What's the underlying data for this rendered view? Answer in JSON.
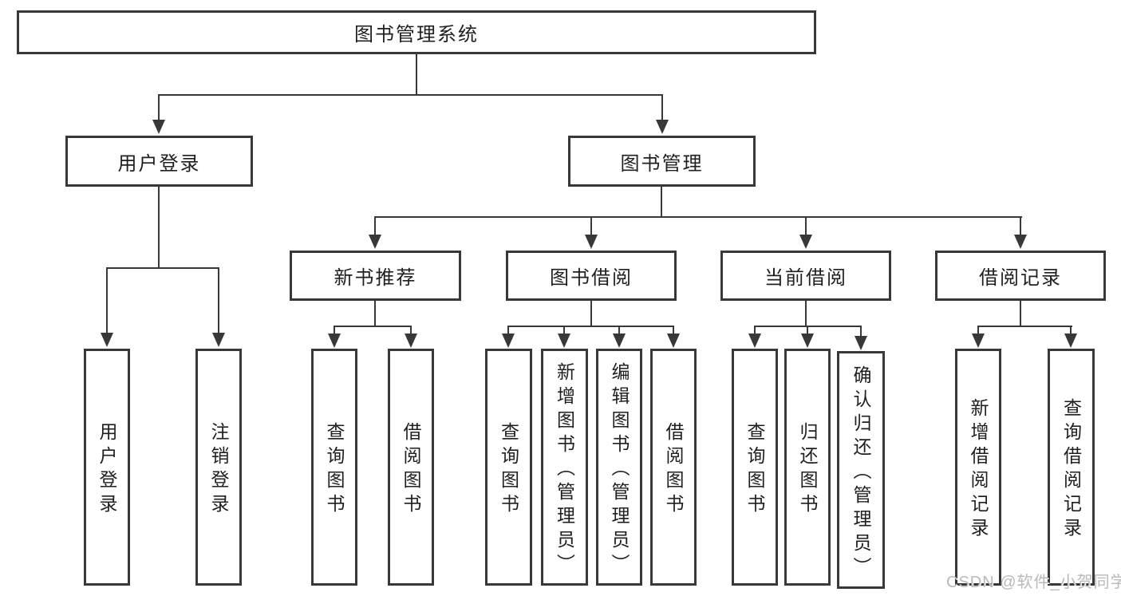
{
  "title": "图书管理系统",
  "tree": {
    "label": "图书管理系统",
    "children": [
      {
        "label": "用户登录",
        "children": [
          {
            "label": "用户登录"
          },
          {
            "label": "注销登录"
          }
        ]
      },
      {
        "label": "图书管理",
        "children": [
          {
            "label": "新书推荐",
            "children": [
              {
                "label": "查询图书"
              },
              {
                "label": "借阅图书"
              }
            ]
          },
          {
            "label": "图书借阅",
            "children": [
              {
                "label": "查询图书"
              },
              {
                "label": "新增图书（管理员）"
              },
              {
                "label": "编辑图书（管理员）"
              },
              {
                "label": "借阅图书"
              }
            ]
          },
          {
            "label": "当前借阅",
            "children": [
              {
                "label": "查询图书"
              },
              {
                "label": "归还图书"
              },
              {
                "label": "确认归还（管理员）"
              }
            ]
          },
          {
            "label": "借阅记录",
            "children": [
              {
                "label": "新增借阅记录"
              },
              {
                "label": "查询借阅记录"
              }
            ]
          }
        ]
      }
    ]
  },
  "watermark": "CSDN @软件_小贺同学",
  "colors": {
    "line": "#383838",
    "text": "#1f1f1f",
    "background": "#ffffff",
    "watermark": "#b9b9b9"
  }
}
